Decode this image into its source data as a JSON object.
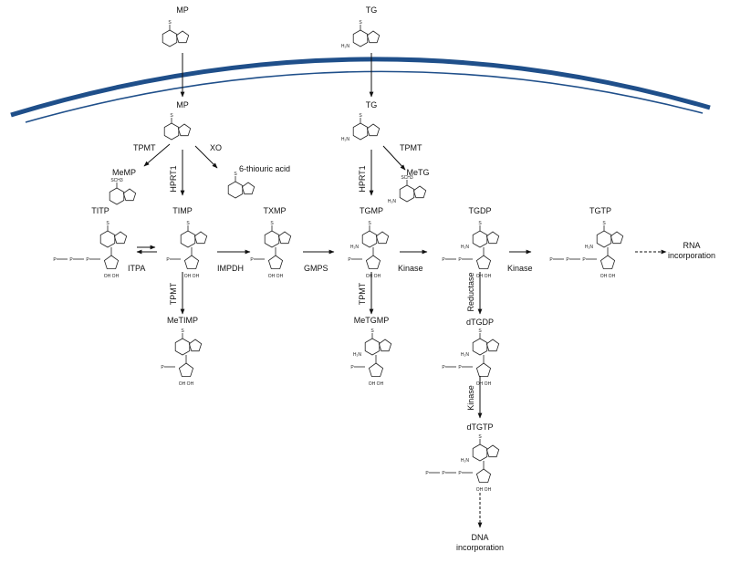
{
  "compounds": {
    "mp_out": "MP",
    "tg_out": "TG",
    "mp_in": "MP",
    "tg_in": "TG",
    "memp": "MeMP",
    "thiouric": "6-thiouric acid",
    "metg": "MeTG",
    "titp": "TITP",
    "timp": "TIMP",
    "txmp": "TXMP",
    "tgmp": "TGMP",
    "tgdp": "TGDP",
    "tgtp": "TGTP",
    "metimp": "MeTIMP",
    "metgmp": "MeTGMP",
    "dtgdp": "dTGDP",
    "dtgtp": "dTGTP"
  },
  "enzymes": {
    "tpmt_left": "TPMT",
    "xo": "XO",
    "hprt1_left": "HPRT1",
    "tpmt_right": "TPMT",
    "hprt1_right": "HPRT1",
    "itpa": "ITPA",
    "impdh": "IMPDH",
    "gmps": "GMPS",
    "kinase_tgmp": "Kinase",
    "kinase_tgdp": "Kinase",
    "tpmt_timp": "TPMT",
    "tpmt_tgmp": "TPMT",
    "reductase": "Reductase",
    "kinase_dtgdp": "Kinase"
  },
  "outcomes": {
    "rna_line1": "RNA",
    "rna_line2": "incorporation",
    "dna_line1": "DNA",
    "dna_line2": "incorporation"
  },
  "colors": {
    "membrane": "#1f4f8a",
    "ink": "#111111"
  }
}
